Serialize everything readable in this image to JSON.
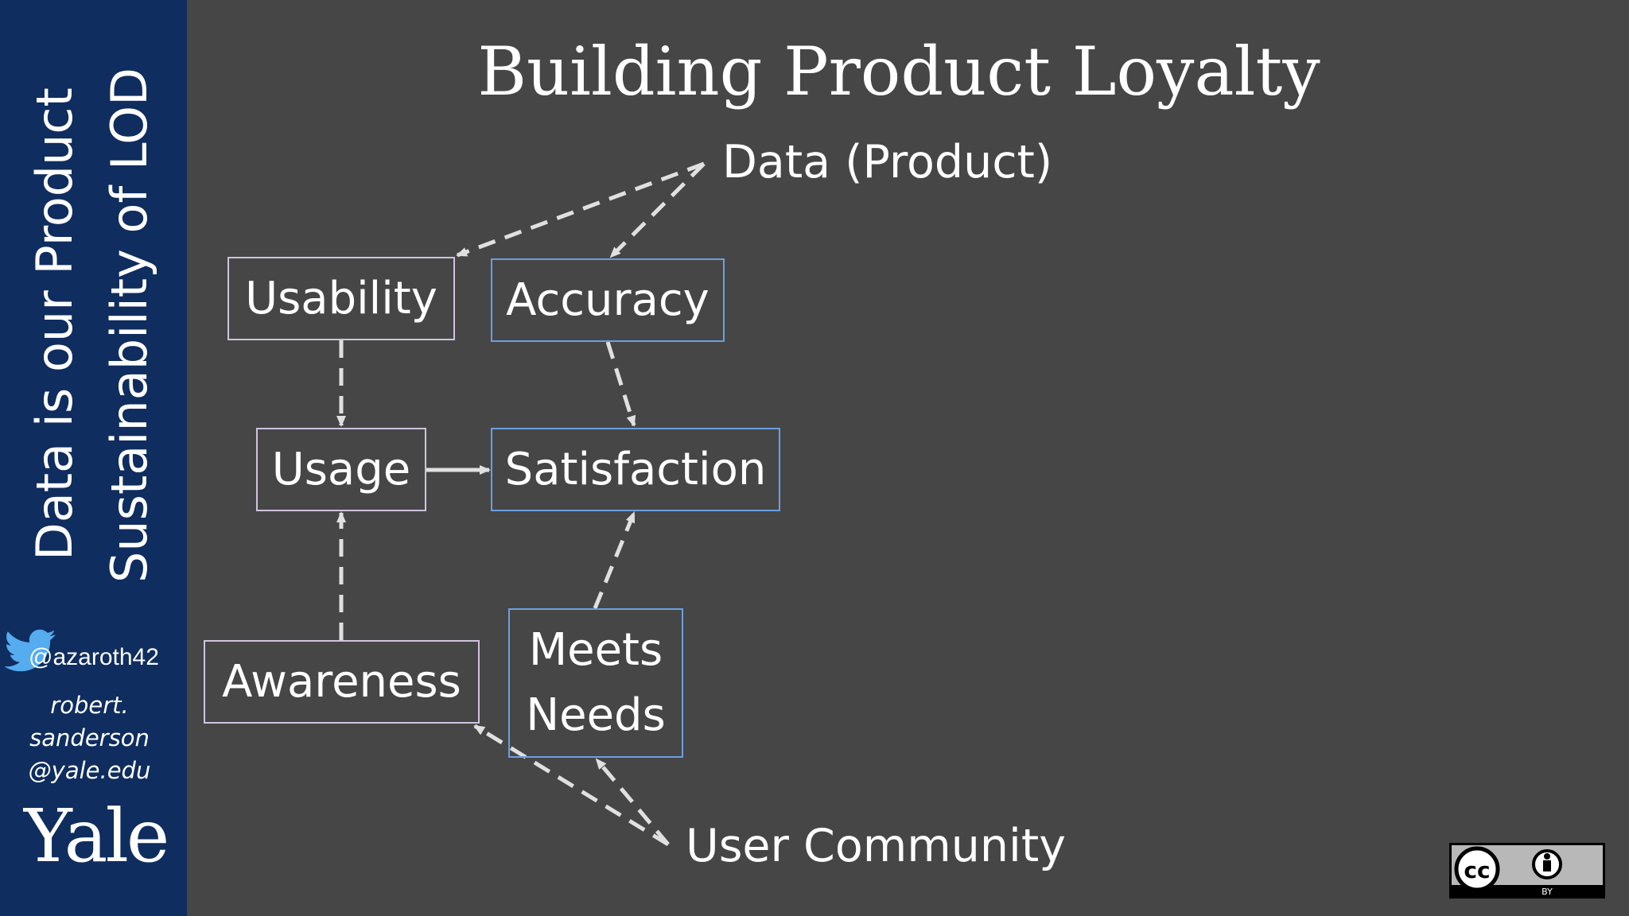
{
  "sidebar": {
    "title_line1": "Data is our Product",
    "title_line2": "Sustainability of LOD",
    "twitter_handle": "@azaroth42",
    "email_lines": [
      "robert.",
      "sanderson",
      "@yale.edu"
    ],
    "logo_text": "Yale",
    "background_color": "#0f2d5f"
  },
  "slide": {
    "title": "Building Product Loyalty",
    "background_color": "#464646"
  },
  "diagram": {
    "top_label": "Data (Product)",
    "bottom_label": "User Community",
    "nodes": {
      "usability": "Usability",
      "accuracy": "Accuracy",
      "usage": "Usage",
      "satisfaction": "Satisfaction",
      "awareness": "Awareness",
      "meets_needs_line1": "Meets",
      "meets_needs_line2": "Needs"
    },
    "edges": [
      {
        "from": "Data (Product)",
        "to": "Usability",
        "style": "dashed"
      },
      {
        "from": "Data (Product)",
        "to": "Accuracy",
        "style": "dashed"
      },
      {
        "from": "Usability",
        "to": "Usage",
        "style": "dashed"
      },
      {
        "from": "Accuracy",
        "to": "Satisfaction",
        "style": "dashed"
      },
      {
        "from": "Usage",
        "to": "Satisfaction",
        "style": "solid"
      },
      {
        "from": "Awareness",
        "to": "Usage",
        "style": "dashed"
      },
      {
        "from": "Meets Needs",
        "to": "Satisfaction",
        "style": "dashed"
      },
      {
        "from": "User Community",
        "to": "Awareness",
        "style": "dashed"
      },
      {
        "from": "User Community",
        "to": "Meets Needs",
        "style": "dashed"
      }
    ],
    "colors": {
      "purple_border": "#cfc3df",
      "blue_border": "#6a9fe0",
      "arrow": "#e0e0e0"
    }
  },
  "license": {
    "cc_text": "cc",
    "by_text": "BY"
  }
}
